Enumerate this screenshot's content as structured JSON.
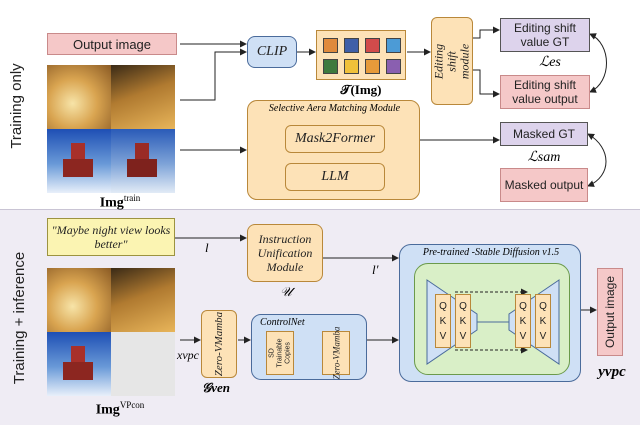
{
  "sections": {
    "top_label": "Training only",
    "bottom_label": "Training + inference"
  },
  "top": {
    "output_image": "Output image",
    "clip": "CLIP",
    "token_label": "𝒯(Img)",
    "img_train_label_base": "Img",
    "img_train_label_sup": "train",
    "editing_module": "Editing shift module",
    "es_gt": "Editing shift value GT",
    "es_out": "Editing shift value output",
    "loss_es": "ℒes",
    "sam_module_title": "Selective Aera Matching Module",
    "mask2former": "Mask2Former",
    "llm": "LLM",
    "masked_gt": "Masked GT",
    "masked_output": "Masked output",
    "loss_sam": "ℒsam"
  },
  "bottom": {
    "prompt": "\"Maybe night view looks better\"",
    "l": "l",
    "l_prime": "l′",
    "unification": "Instruction Unification Module",
    "u_symbol": "𝒰",
    "zero_vmamba": "Zero-VMamba",
    "x_vpc": "xvpc",
    "g_ven": "𝒢ven",
    "controlnet": "ControlNet",
    "sd_copies": "SD Trainable Copies",
    "zero_vmamba_inner": "Zero-VMamba",
    "sd_title": "Pre-trained -Stable Diffusion v1.5",
    "qkv": [
      "Q",
      "K",
      "V"
    ],
    "output_image": "Output image",
    "y_vpc": "yvpc",
    "img_vpc_label_base": "Img",
    "img_vpc_label_sup": "VPcon"
  },
  "colors": {
    "token_squares": [
      "#e08a3c",
      "#3f5fa8",
      "#d14b4b",
      "#4c9bd6",
      "#3e7a3e",
      "#f0c13a",
      "#e69a3a",
      "#8a5fb0"
    ]
  }
}
